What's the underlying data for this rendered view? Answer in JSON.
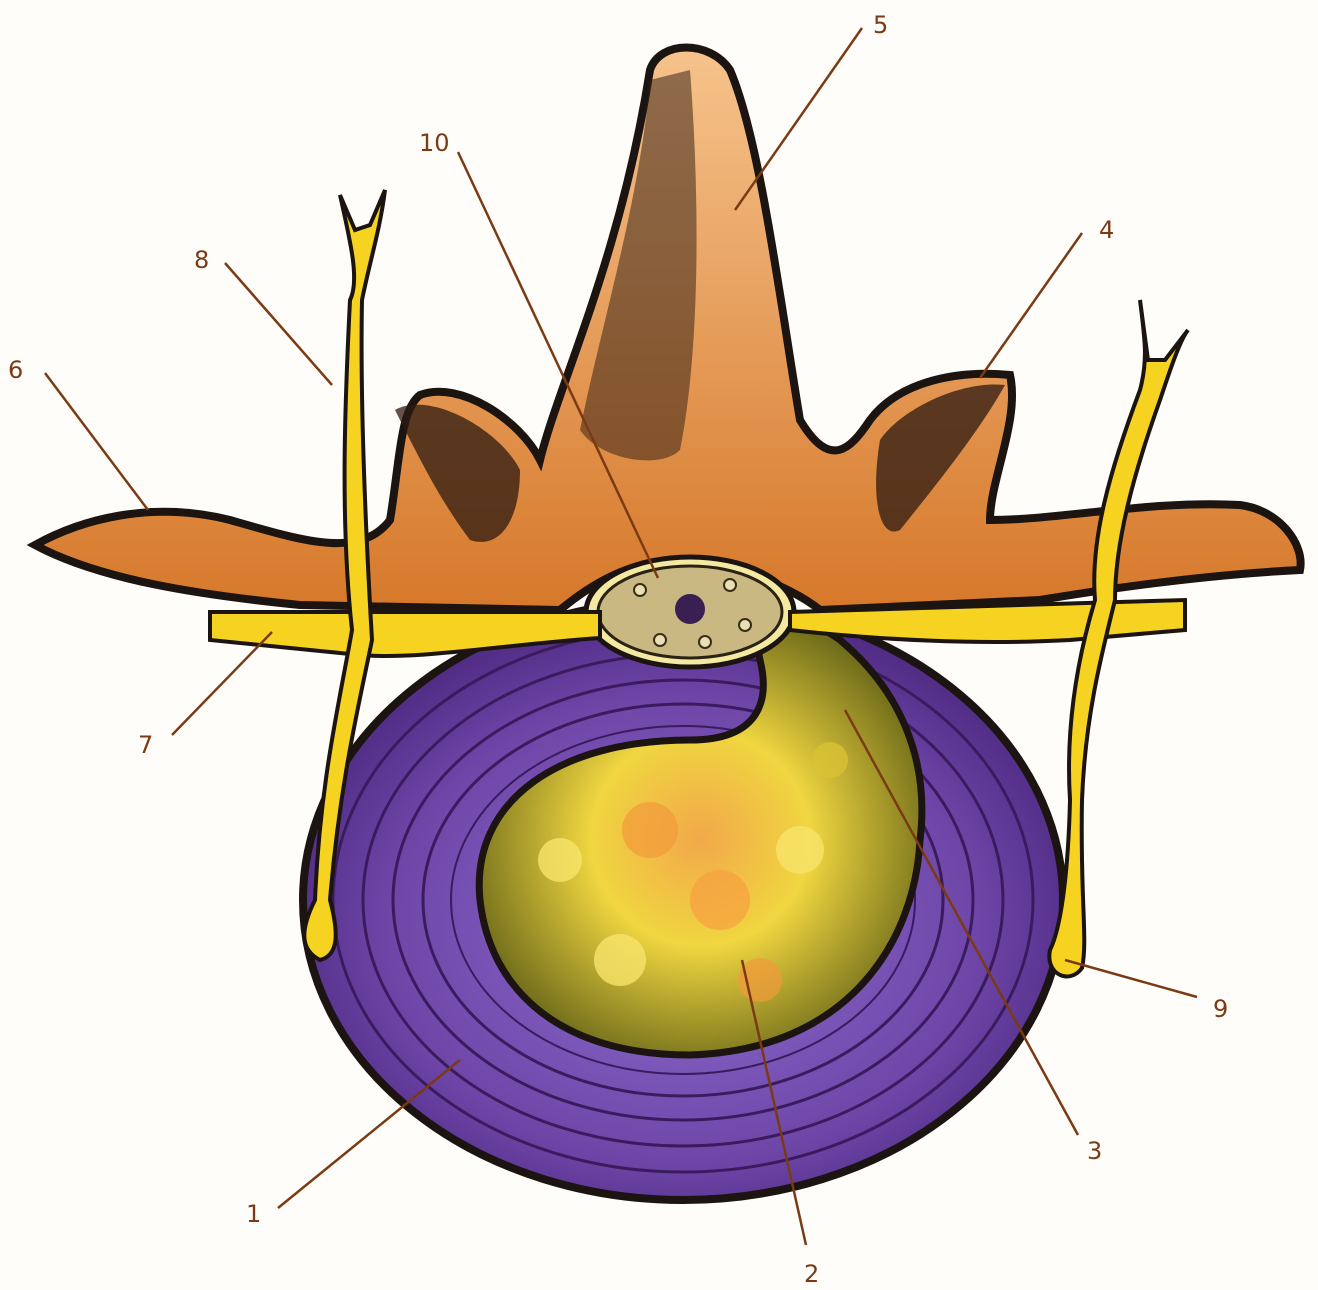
{
  "callouts": {
    "c1": "1",
    "c2": "2",
    "c3": "3",
    "c4": "4",
    "c5": "5",
    "c6": "6",
    "c7": "7",
    "c8": "8",
    "c9": "9",
    "c10": "10"
  },
  "colors": {
    "annulus": "#7a4fb0",
    "nucleus": "#f3e04a",
    "bone": "#f2b77a",
    "nerve": "#f7d321",
    "leader": "#7a3b14",
    "outline": "#1b1410"
  }
}
